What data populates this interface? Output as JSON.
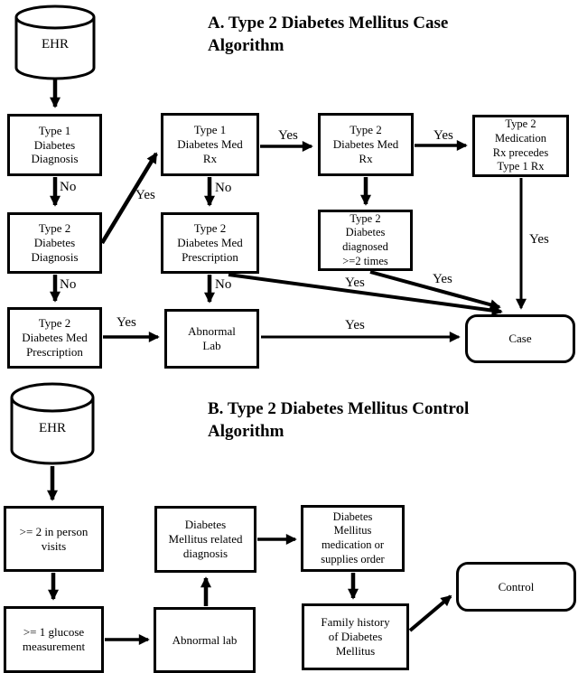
{
  "diagram_a": {
    "title": "A. Type 2 Diabetes Mellitus Case\nAlgorithm",
    "source": {
      "label": "EHR"
    },
    "nodes": {
      "type1_diagnosis": {
        "label": "Type 1\nDiabetes\nDiagnosis"
      },
      "type1_med_rx": {
        "label": "Type 1\nDiabetes Med\nRx"
      },
      "type2_med_rx": {
        "label": "Type 2\nDiabetes Med\nRx"
      },
      "type2_med_precedes": {
        "label": "Type 2\nMedication\nRx precedes\nType 1 Rx"
      },
      "type2_diagnosis": {
        "label": "Type 2\nDiabetes\nDiagnosis"
      },
      "type2_med_prescription_mid": {
        "label": "Type 2\nDiabetes Med\nPrescription"
      },
      "type2_diagnosed_2times": {
        "label": "Type 2\nDiabetes\ndiagnosed\n>=2 times"
      },
      "type2_med_prescription_left": {
        "label": "Type 2\nDiabetes Med\nPrescription"
      },
      "abnormal_lab": {
        "label": "Abnormal\nLab"
      },
      "case_outcome": {
        "label": "Case"
      }
    },
    "edge_labels": {
      "t1diag_no": "No",
      "t2diag_yes": "Yes",
      "t2diag_no": "No",
      "t1rx_yes": "Yes",
      "t1rx_no": "No",
      "t2rx_yes": "Yes",
      "precedes_yes": "Yes",
      "presc_mid_no": "No",
      "presc_left_yes": "Yes",
      "lab_yes": "Yes",
      "presc_mid_yes": "Yes",
      "diagnosed_yes": "Yes"
    }
  },
  "diagram_b": {
    "title": "B. Type 2 Diabetes Mellitus Control\nAlgorithm",
    "source": {
      "label": "EHR"
    },
    "nodes": {
      "in_person_visits": {
        "label": ">= 2 in person\nvisits"
      },
      "glucose_measurement": {
        "label": ">= 1 glucose\nmeasurement"
      },
      "dm_related_diagnosis": {
        "label": "Diabetes\nMellitus related\ndiagnosis"
      },
      "abnormal_lab": {
        "label": "Abnormal lab"
      },
      "dm_medication_order": {
        "label": "Diabetes\nMellitus\nmedication or\nsupplies order"
      },
      "family_history": {
        "label": "Family history\nof Diabetes\nMellitus"
      },
      "control_outcome": {
        "label": "Control"
      }
    }
  }
}
